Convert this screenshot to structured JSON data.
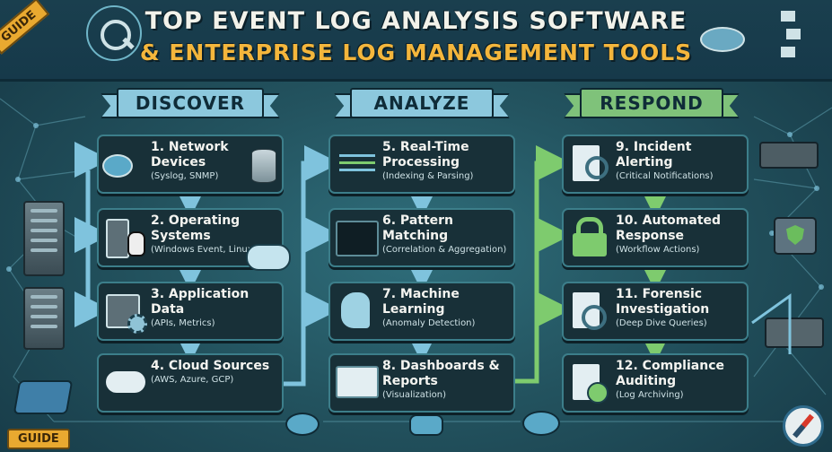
{
  "header": {
    "title_line1": "TOP EVENT LOG ANALYSIS SOFTWARE",
    "title_line2": "& ENTERPRISE LOG MANAGEMENT TOOLS",
    "ribbon_top": "GUIDE",
    "ribbon_bottom": "GUIDE"
  },
  "colors": {
    "title_line2": "#f4b63c",
    "discover_banner": "#8cc8dd",
    "analyze_banner": "#8cc8dd",
    "respond_banner": "#7fc27a",
    "card_bg": "#183038",
    "arrow_blue": "#7fc3dd",
    "arrow_green": "#7ecb6e"
  },
  "columns": [
    {
      "title": "DISCOVER",
      "steps": [
        {
          "head": "1. Network Devices",
          "sub": "(Syslog, SNMP)",
          "icon": "router-database-icon"
        },
        {
          "head": "2. Operating Systems",
          "sub": "(Windows Event, Linux Logs)",
          "icon": "linux-server-icon"
        },
        {
          "head": "3. Application Data",
          "sub": "(APIs, Metrics)",
          "icon": "app-gear-icon"
        },
        {
          "head": "4. Cloud Sources",
          "sub": "(AWS, Azure, GCP)",
          "icon": "cloud-icon"
        }
      ]
    },
    {
      "title": "ANALYZE",
      "steps": [
        {
          "head": "5. Real-Time Processing",
          "sub": "(Indexing & Parsing)",
          "icon": "data-stream-icon"
        },
        {
          "head": "6. Pattern Matching",
          "sub": "(Correlation & Aggregation)",
          "icon": "code-search-icon"
        },
        {
          "head": "7. Machine Learning",
          "sub": "(Anomaly Detection)",
          "icon": "ai-head-icon"
        },
        {
          "head": "8. Dashboards & Reports",
          "sub": "(Visualization)",
          "icon": "dashboard-icon"
        }
      ]
    },
    {
      "title": "RESPOND",
      "steps": [
        {
          "head": "9. Incident Alerting",
          "sub": "(Critical Notifications)",
          "icon": "alert-search-icon"
        },
        {
          "head": "10. Automated Response",
          "sub": "(Workflow Actions)",
          "icon": "padlock-icon"
        },
        {
          "head": "11. Forensic Investigation",
          "sub": "(Deep Dive Queries)",
          "icon": "log-magnifier-icon"
        },
        {
          "head": "12. Compliance Auditing",
          "sub": "(Log Archiving)",
          "icon": "compliance-document-icon"
        }
      ]
    }
  ]
}
